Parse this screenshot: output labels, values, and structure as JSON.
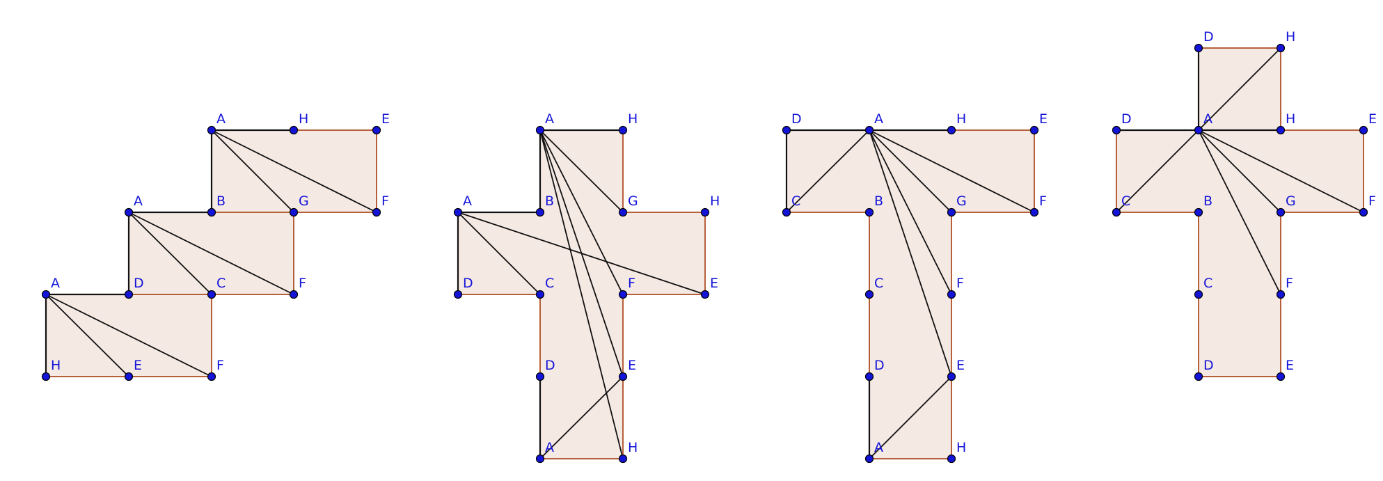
{
  "colors": {
    "fill": "#f5e9e4",
    "edge": "#b5603a",
    "line": "#111111",
    "point": "#1414d8",
    "point_stroke": "#000000",
    "label": "#1414d8"
  },
  "figures": [
    {
      "name": "staircase-net",
      "faces": [
        [
          "A1",
          "A1b",
          "E1",
          "H1"
        ],
        [
          "E1",
          "D1",
          "C1",
          "F1"
        ],
        [
          "A2",
          "B2",
          "C1",
          "D1"
        ],
        [
          "C1",
          "G1",
          "F2",
          "F2"
        ],
        [
          "B2",
          "A3",
          "G1",
          "C1"
        ],
        [
          "A3",
          "H2",
          "G1",
          "G1"
        ],
        [
          "H2",
          "E2",
          "F3",
          "G1"
        ]
      ],
      "points": [
        {
          "id": "A1",
          "label": "A"
        },
        {
          "id": "A1b",
          "label": "D"
        },
        {
          "id": "H1",
          "label": "H"
        },
        {
          "id": "E1",
          "label": "E"
        },
        {
          "id": "F1",
          "label": "F"
        },
        {
          "id": "A2",
          "label": "A"
        },
        {
          "id": "C1",
          "label": "C"
        },
        {
          "id": "F2",
          "label": "F"
        },
        {
          "id": "B2",
          "label": "B"
        },
        {
          "id": "A3",
          "label": "A"
        },
        {
          "id": "G1",
          "label": "G"
        },
        {
          "id": "H2",
          "label": "H"
        },
        {
          "id": "E2",
          "label": "E"
        },
        {
          "id": "F3",
          "label": "F"
        }
      ]
    },
    {
      "name": "long-cross-net",
      "points": [
        {
          "id": "A",
          "label": "A"
        },
        {
          "id": "H",
          "label": "H"
        },
        {
          "id": "A2",
          "label": "A"
        },
        {
          "id": "B",
          "label": "B"
        },
        {
          "id": "G",
          "label": "G"
        },
        {
          "id": "H2",
          "label": "H"
        },
        {
          "id": "D",
          "label": "D"
        },
        {
          "id": "C",
          "label": "C"
        },
        {
          "id": "F",
          "label": "F"
        },
        {
          "id": "E",
          "label": "E"
        },
        {
          "id": "D2",
          "label": "D"
        },
        {
          "id": "E2",
          "label": "E"
        },
        {
          "id": "A3",
          "label": "A"
        },
        {
          "id": "H3",
          "label": "H"
        }
      ]
    },
    {
      "name": "t-net",
      "points": [
        {
          "id": "D",
          "label": "D"
        },
        {
          "id": "A",
          "label": "A"
        },
        {
          "id": "H",
          "label": "H"
        },
        {
          "id": "E",
          "label": "E"
        },
        {
          "id": "C",
          "label": "C"
        },
        {
          "id": "B",
          "label": "B"
        },
        {
          "id": "G",
          "label": "G"
        },
        {
          "id": "F",
          "label": "F"
        },
        {
          "id": "C2",
          "label": "C"
        },
        {
          "id": "F2",
          "label": "F"
        },
        {
          "id": "D2",
          "label": "D"
        },
        {
          "id": "E2",
          "label": "E"
        },
        {
          "id": "A2",
          "label": "A"
        },
        {
          "id": "H2",
          "label": "H"
        }
      ]
    },
    {
      "name": "cross-net",
      "points": [
        {
          "id": "D",
          "label": "D"
        },
        {
          "id": "H",
          "label": "H"
        },
        {
          "id": "D2",
          "label": "D"
        },
        {
          "id": "A",
          "label": "A"
        },
        {
          "id": "H2",
          "label": "H"
        },
        {
          "id": "E",
          "label": "E"
        },
        {
          "id": "C",
          "label": "C"
        },
        {
          "id": "B",
          "label": "B"
        },
        {
          "id": "G",
          "label": "G"
        },
        {
          "id": "F",
          "label": "F"
        },
        {
          "id": "C2",
          "label": "C"
        },
        {
          "id": "F2",
          "label": "F"
        },
        {
          "id": "D3",
          "label": "D"
        },
        {
          "id": "E2",
          "label": "E"
        }
      ]
    }
  ]
}
